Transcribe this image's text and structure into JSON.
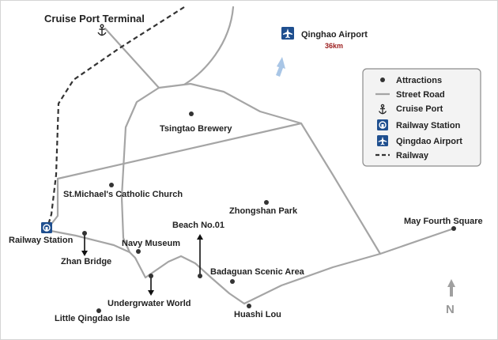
{
  "terminal": {
    "label": "Cruise Port Terminal"
  },
  "airport": {
    "label": "Qinghao Airport",
    "distance": "36km"
  },
  "attractions": {
    "tsingtao_brewery": "Tsingtao Brewery",
    "st_michaels": "St.Michael's Catholic Church",
    "zhongshan_park": "Zhongshan Park",
    "beach_no01": "Beach No.01",
    "may_fourth_square": "May Fourth Square",
    "railway_station": "Railway Station",
    "navy_museum": "Navy Museum",
    "zhan_bridge": "Zhan Bridge",
    "badaguan": "Badaguan Scenic Area",
    "underwater_world": "Undergrwater World",
    "huashi_lou": "Huashi Lou",
    "little_qingdao": "Little Qingdao Isle"
  },
  "legend": {
    "attractions": "Attractions",
    "street_road": "Street Road",
    "cruise_port": "Cruise Port",
    "railway_station": "Railway Station",
    "qingdao_airport": "Qingdao Airport",
    "railway": "Railway"
  },
  "north": "N",
  "colors": {
    "road": "#a5a5a5",
    "railway": "#333333",
    "dot": "#333333",
    "icon_blue": "#1f4f8f",
    "airport_arrow": "#a9c6e6",
    "distance": "#9b1c1c",
    "legend_bg": "#f3f3f3"
  }
}
